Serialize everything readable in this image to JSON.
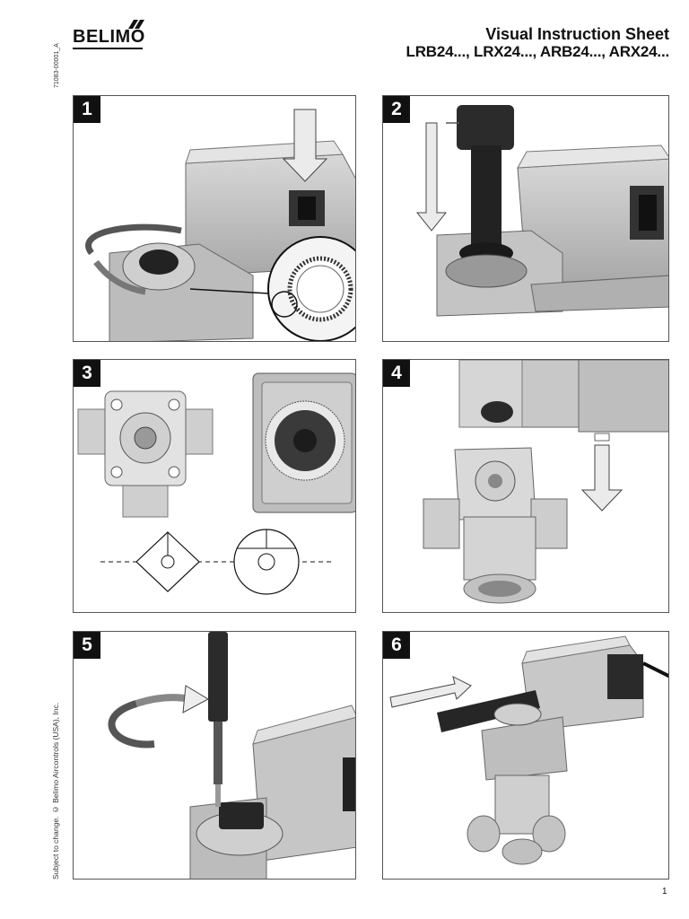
{
  "doc_code": "71083-00001_A",
  "brand": "BELIMO",
  "title_line1": "Visual Instruction Sheet",
  "title_line2": "LRB24..., LRX24..., ARB24..., ARX24...",
  "steps": [
    {
      "number": "1",
      "illustration": "manual-override-lever-rotation"
    },
    {
      "number": "2",
      "illustration": "shaft-adapter-insertion"
    },
    {
      "number": "3",
      "illustration": "valve-stem-alignment"
    },
    {
      "number": "4",
      "illustration": "mount-actuator-on-valve"
    },
    {
      "number": "5",
      "illustration": "tighten-screw"
    },
    {
      "number": "6",
      "illustration": "attach-handle"
    }
  ],
  "footer_copyright": "Subject to change. © Belimo Aircontrols (USA), Inc.",
  "page_number": "1"
}
